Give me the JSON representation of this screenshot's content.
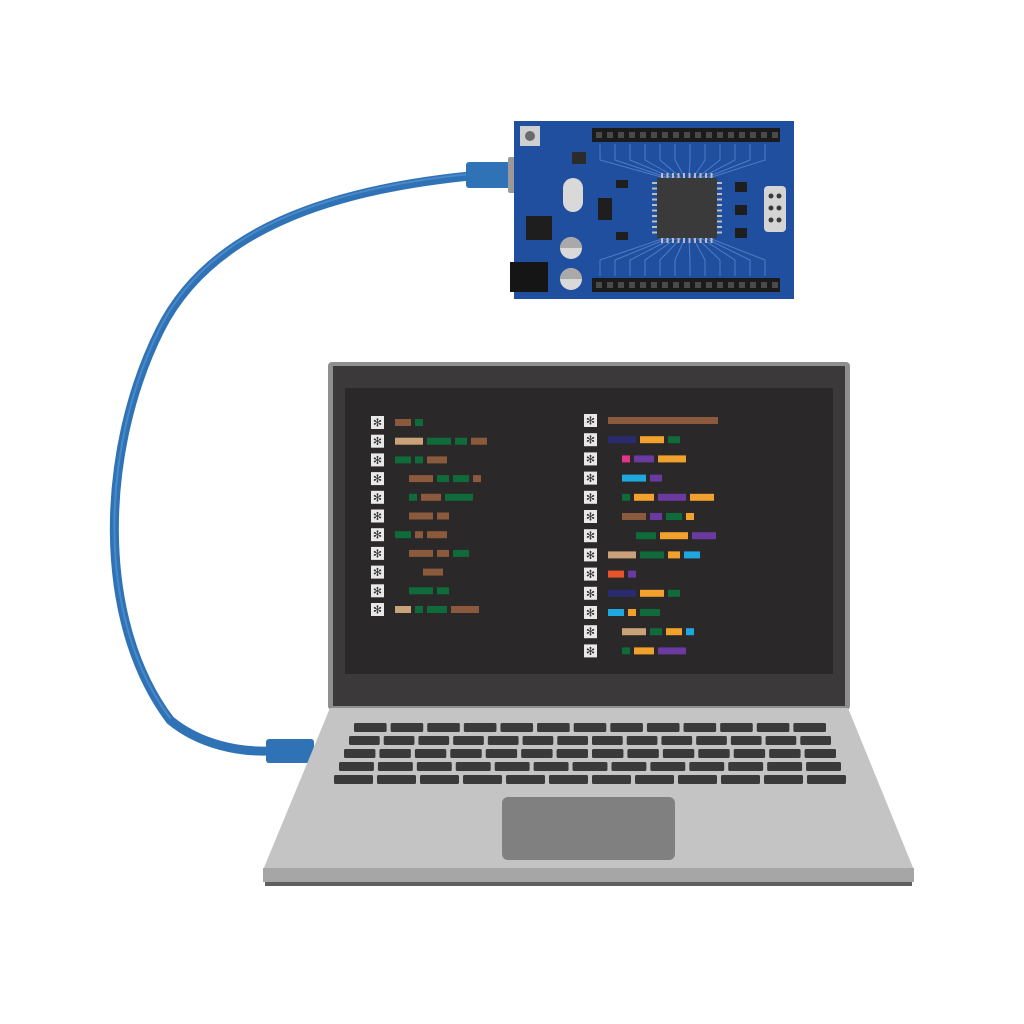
{
  "palette": {
    "background": "#ffffff",
    "cable": "#2f72b5",
    "cable_highlight": "#5c9ad6",
    "board": "#1f4f9e",
    "board_trace": "#4d7cc7",
    "header": "#1b1b1b",
    "chip": "#3a3a3a",
    "laptop_body": "#c4c4c4",
    "laptop_bezel": "#8f8f8f",
    "screen": "#2a2828",
    "key": "#3a3a3a",
    "touchpad": "#808080"
  },
  "code_colors": {
    "brown": "#8b5a3c",
    "green": "#0f6b3a",
    "tan": "#c9a27a",
    "navy": "#2a2a6e",
    "orange": "#f2a22c",
    "pink": "#e5338a",
    "purple": "#6b3aa0",
    "cyan": "#1ea8e0",
    "red": "#e8542a"
  },
  "line_marker_glyph": "✻",
  "left_code": [
    [
      "brown",
      "green"
    ],
    [
      "tan",
      "green",
      "green",
      "brown"
    ],
    [
      "green",
      "green",
      "brown"
    ],
    [
      "",
      "brown",
      "green",
      "green",
      "brown"
    ],
    [
      "",
      "green",
      "brown",
      "green"
    ],
    [
      "",
      "brown",
      "brown"
    ],
    [
      "green",
      "brown",
      "brown"
    ],
    [
      "",
      "brown",
      "brown",
      "green"
    ],
    [
      "",
      "",
      "brown"
    ],
    [
      "",
      "green",
      "green"
    ],
    [
      "tan",
      "green",
      "green",
      "brown"
    ]
  ],
  "right_code": [
    [
      "brown"
    ],
    [
      "navy",
      "orange",
      "green"
    ],
    [
      "",
      "pink",
      "purple",
      "orange"
    ],
    [
      "",
      "cyan",
      "purple"
    ],
    [
      "",
      "green",
      "orange",
      "purple",
      "orange"
    ],
    [
      "",
      "brown",
      "purple",
      "green",
      "orange"
    ],
    [
      "",
      "",
      "green",
      "orange",
      "purple"
    ],
    [
      "tan",
      "green",
      "orange",
      "cyan"
    ],
    [
      "red",
      "purple"
    ],
    [
      "navy",
      "orange",
      "green"
    ],
    [
      "cyan",
      "orange",
      "green"
    ],
    [
      "",
      "tan",
      "green",
      "orange",
      "cyan"
    ],
    [
      "",
      "green",
      "orange",
      "purple"
    ]
  ],
  "keyboard_rows": [
    13,
    14,
    14,
    13,
    12
  ]
}
